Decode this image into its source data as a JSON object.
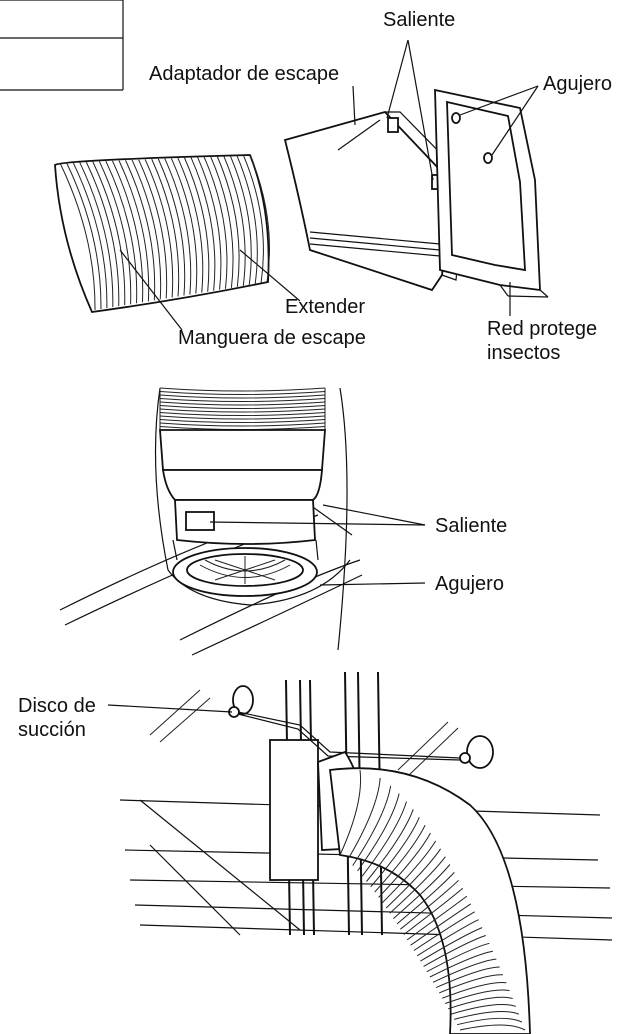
{
  "figure1": {
    "label_saliente": "Saliente",
    "label_adaptador": "Adaptador de escape",
    "label_agujero": "Agujero",
    "label_extender": "Extender",
    "label_manguera": "Manguera de escape",
    "label_red_line1": "Red protege",
    "label_red_line2": "insectos"
  },
  "figure2": {
    "label_saliente": "Saliente",
    "label_agujero": "Agujero"
  },
  "figure3": {
    "label_disco_line1": "Disco de",
    "label_disco_line2": "succión"
  }
}
